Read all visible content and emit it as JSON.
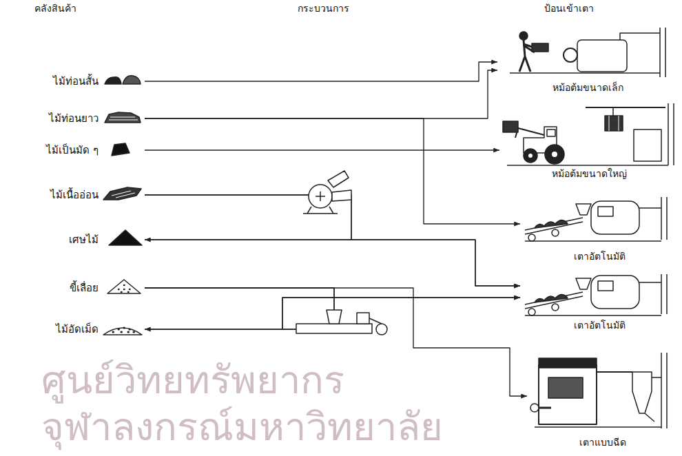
{
  "diagram": {
    "nodes": [
      {
        "text": [
          "ไม้ท่อนสั้น"
        ]
      },
      {
        "text": [
          "ไม้ท่อนยาว"
        ]
      },
      {
        "text": [
          "ไม้เป็นมัด ๆ"
        ]
      },
      {
        "text": [
          "ไม้เนื้ออ่อน"
        ]
      },
      {
        "text": [
          "เศษไม้"
        ]
      },
      {
        "text": [
          "ขี้เลื่อย"
        ]
      },
      {
        "text": [
          "ไม้อัดเม็ด"
        ]
      },
      {
        "text": [
          "หม้อต้มขนาดเล็ก"
        ]
      },
      {
        "text": [
          "หม้อต้มขนาดใหญ่"
        ]
      },
      {
        "text": [
          "เตาอัตโนมัติ"
        ]
      },
      {
        "text": [
          "เตาอัตโนมัติ"
        ]
      },
      {
        "text": [
          "เตาแบบฉีด"
        ]
      }
    ],
    "edges": [
      {
        "from": 0,
        "to": 7,
        "arrow": "to"
      },
      {
        "from": 1,
        "to": 7,
        "arrow": "to"
      },
      {
        "from": 1,
        "to": 9,
        "arrow": "to"
      },
      {
        "from": 2,
        "to": 8,
        "arrow": "to"
      },
      {
        "from": 3,
        "to": 4,
        "arrow": "to"
      },
      {
        "from": 3,
        "to": 10,
        "arrow": "to"
      },
      {
        "from": 4,
        "to": 10,
        "arrow": "to"
      },
      {
        "from": 5,
        "to": 6,
        "arrow": "to"
      },
      {
        "from": 5,
        "to": 10,
        "arrow": "to"
      },
      {
        "from": 5,
        "to": 11,
        "arrow": "to"
      },
      {
        "from": 6,
        "to": 10,
        "arrow": "to"
      }
    ],
    "labels": [
      "คลังสินค้า",
      "กระบวนการ",
      "ป้อนเข้าเตา",
      "ศูนย์วิทยทรัพยากร",
      "จุฬาลงกรณ์มหาวิทยาลัย"
    ]
  }
}
